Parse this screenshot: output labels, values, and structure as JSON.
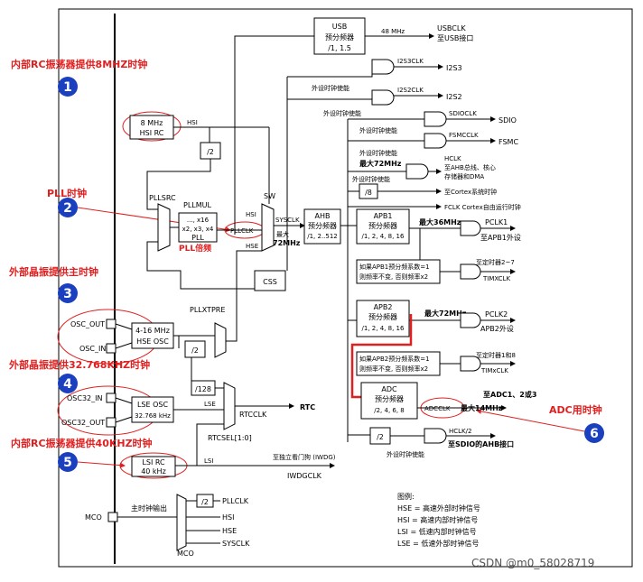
{
  "annotations": {
    "a1": "内部RC振荡器提供8MHZ时钟",
    "a2": "PLL时钟",
    "a3": "外部晶振提供主时钟",
    "a4": "外部晶振提供32.768KHZ时钟",
    "a5": "内部RC振荡器提供40KHZ时钟",
    "a6": "ADC用时钟",
    "pll_mult": "PLL倍频"
  },
  "badges": [
    "1",
    "2",
    "3",
    "4",
    "5",
    "6"
  ],
  "blocks": {
    "usb_title": "USB",
    "usb_l2": "预分频器",
    "usb_l3": "/1, 1.5",
    "hsi_rc_l1": "8 MHz",
    "hsi_rc_l2": "HSI RC",
    "div2_a": "/2",
    "pllsrc": "PLLSRC",
    "pllmul": "PLLMUL",
    "pll_l1": "..., x16",
    "pll_l2": "x2, x3, x4",
    "pll_l3": "PLL",
    "sw": "SW",
    "ahb_l1": "AHB",
    "ahb_l2": "预分频器",
    "ahb_l3": "/1, 2..512",
    "apb1_l1": "APB1",
    "apb1_l2": "预分频器",
    "apb1_l3": "/1, 2, 4, 8, 16",
    "apb2_l1": "APB2",
    "apb2_l2": "预分频器",
    "apb2_l3": "/1, 2, 4, 8, 16",
    "adc_l1": "ADC",
    "adc_l2": "预分频器",
    "adc_l3": "/2, 4, 6, 8",
    "css": "CSS",
    "div8": "/8",
    "div2_b": "/2",
    "div2_c": "/2",
    "div2_d": "/2",
    "div128": "/128",
    "hse_osc_l1": "4-16 MHz",
    "hse_osc_l2": "HSE OSC",
    "lse_osc_l1": "LSE OSC",
    "lse_osc_l2": "32.768 kHz",
    "lsi_rc_l1": "LSI RC",
    "lsi_rc_l2": "40 kHz",
    "pllxtpre": "PLLXTPRE",
    "tim1_l1": "如果APB1预分频系数=1",
    "tim1_l2": "则频率不变, 否则频率x2",
    "tim2_l1": "如果APB2预分频系数=1",
    "tim2_l2": "则频率不变, 否则频率x2"
  },
  "signals": {
    "hsi": "HSI",
    "hse": "HSE",
    "lse": "LSE",
    "lsi": "LSI",
    "pllclk": "PLLCLK",
    "sysclk": "SYSCLK",
    "max72_a": "最大",
    "max72_b": "72MHz",
    "usb48": "48 MHz",
    "rtcclk": "RTCCLK",
    "rtcsel": "RTCSEL[1:0]",
    "rtc": "RTC",
    "iwdg_cn": "至独立看门狗 (IWDG)",
    "iwdgclk": "IWDGCLK",
    "mco_title": "主时钟输出",
    "mco": "MCO",
    "mco_pin": "MCO",
    "mco_pllclk": "PLLCLK",
    "mco_hsi": "HSI",
    "mco_hse": "HSE",
    "mco_sysclk": "SYSCLK",
    "osc_out": "OSC_OUT",
    "osc_in": "OSC_IN",
    "osc32_in": "OSC32_IN",
    "osc32_out": "OSC32_OUT"
  },
  "outputs": {
    "usbclk": "USBCLK",
    "usb_to": "至USB接口",
    "i2s3clk": "I2S3CLK",
    "i2s3": "I2S3",
    "i2s2clk": "I2S2CLK",
    "i2s2": "I2S2",
    "sdioclk": "SDIOCLK",
    "sdio": "SDIO",
    "fsmcclk": "FSMCCLK",
    "fsmc": "FSMC",
    "hclk": "HCLK",
    "hclk_l2": "至AHB总线、核心",
    "hclk_l3": "存储器和DMA",
    "cortex": "至Cortex系统时钟",
    "fclk": "FCLK Cortex自由运行时钟",
    "max72_ahb": "最大72MHz",
    "max36": "最大36MHz",
    "pclk1": "PCLK1",
    "apb1_to": "至APB1外设",
    "tim27_l1": "至定时器2~7",
    "tim27_l2": "TIMXCLK",
    "max72_apb2": "最大72MHz",
    "pclk2": "PCLK2",
    "apb2_to": "APB2外设",
    "tim18_l1": "至定时器1和8",
    "tim18_l2": "TIMxCLK",
    "adc_to": "至ADC1、2或3",
    "adcclk": "ADCCLK",
    "adc_max": "最大14MHz",
    "hclk2": "HCLK/2",
    "sdio_ahb": "至SDIO的AHB接口",
    "enable": "外设时钟使能"
  },
  "legend": {
    "title": "图例:",
    "hse": "HSE = 高速外部时钟信号",
    "hsi": "HSI = 高速内部时钟信号",
    "lsi": "LSI = 低速内部时钟信号",
    "lse": "LSE = 低速外部时钟信号"
  },
  "watermark": "CSDN @m0_58028719",
  "colors": {
    "annotation": "#e02020",
    "badge": "#1a3fbf",
    "line": "#000000"
  }
}
